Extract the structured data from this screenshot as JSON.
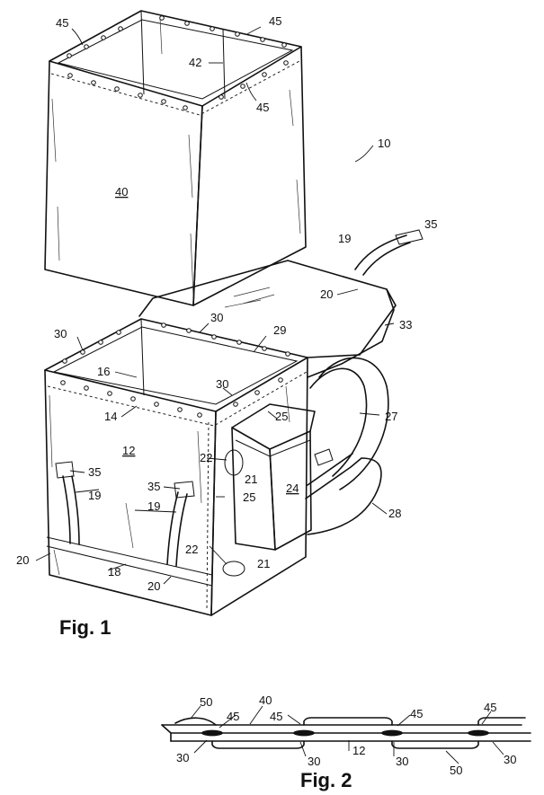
{
  "figures": [
    {
      "caption": "Fig. 1"
    },
    {
      "caption": "Fig. 2"
    }
  ],
  "fig1_labels": {
    "upper_tub": "40",
    "upper_tub_seam": "42",
    "upper_rivets_a": "45",
    "upper_rivets_b": "45",
    "upper_rivets_c": "45",
    "assembly": "10",
    "lower_box": "12",
    "top_edge": "14",
    "inner_seam": "16",
    "bottom_band": "18",
    "strap_left": "19",
    "strap_mid": "19",
    "strap_top": "19",
    "strap_end_left": "20",
    "strap_end_mid": "20",
    "strap_end_top": "20",
    "loop_upper": "21",
    "loop_lower": "21",
    "ring_upper": "22",
    "ring_lower": "22",
    "pouch": "24",
    "pouch_lid": "25",
    "pouch_side": "25",
    "harness": "27",
    "waist_belt": "28",
    "rim": "29",
    "lower_rivets_a": "30",
    "lower_rivets_b": "30",
    "lower_rivets_c": "30",
    "shoulder_pad": "33",
    "buckle_left": "35",
    "buckle_mid": "35",
    "buckle_top": "35"
  },
  "fig2_labels": {
    "cover_left": "50",
    "cover_right": "50",
    "rivet_a": "45",
    "rivet_b": "45",
    "rivet_c": "45",
    "rivet_d": "45",
    "sheet_upper": "40",
    "sheet_lower": "12",
    "fastener_a": "30",
    "fastener_b": "30",
    "fastener_c": "30",
    "fastener_d": "30"
  }
}
